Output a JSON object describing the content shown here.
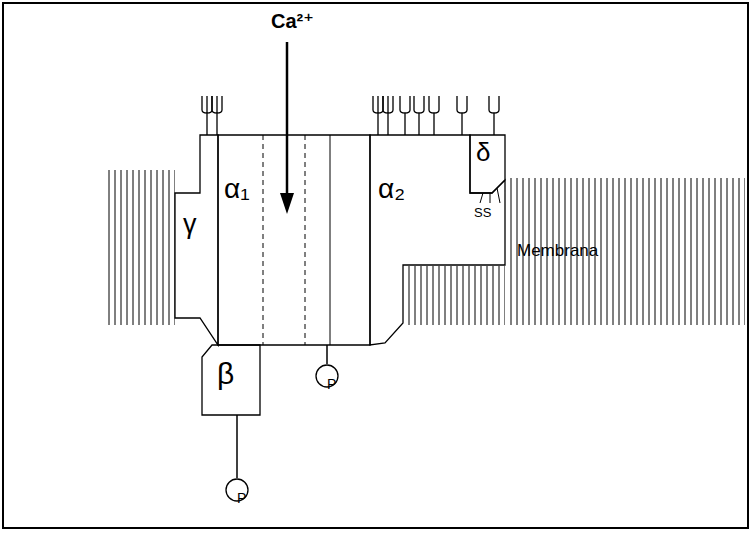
{
  "diagram": {
    "nodes": [
      {
        "text": [
          "α₁"
        ]
      },
      {
        "text": [
          "α₂"
        ]
      },
      {
        "text": [
          "δ"
        ]
      },
      {
        "text": [
          "γ"
        ]
      },
      {
        "text": [
          "β"
        ]
      },
      {
        "text": [
          "P"
        ]
      },
      {
        "text": [
          "P"
        ]
      }
    ],
    "edges": [
      {
        "from": 0,
        "to": 5,
        "arrow": "none"
      },
      {
        "from": 4,
        "to": 6,
        "arrow": "none"
      }
    ],
    "labels": [
      "Ca²⁺",
      "SS",
      "Membrana"
    ]
  }
}
